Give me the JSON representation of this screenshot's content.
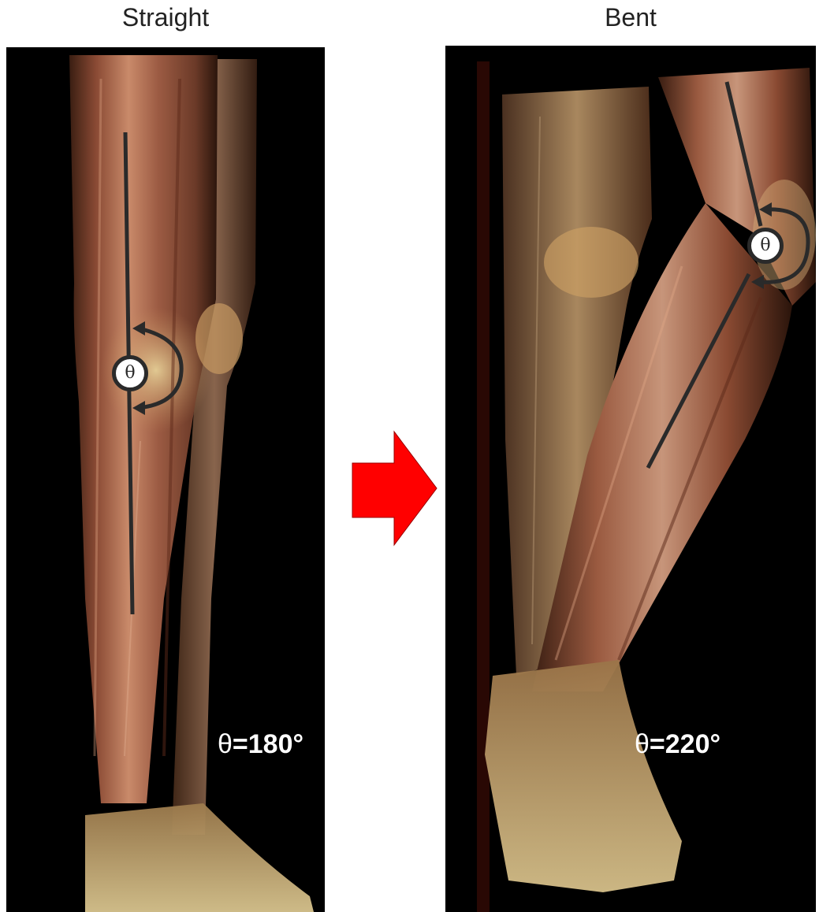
{
  "panels": {
    "left": {
      "title": "Straight",
      "theta_symbol": "θ",
      "angle_text": "θ=180°",
      "angle_symbol": "θ",
      "angle_number": "=180°"
    },
    "right": {
      "title": "Bent",
      "theta_symbol": "θ",
      "angle_text": "θ=220°",
      "angle_symbol": "θ",
      "angle_number": "=220°"
    }
  },
  "arrow": {
    "color": "#ff0000",
    "direction": "right"
  },
  "icons": {
    "transition": "right-arrow-icon"
  }
}
